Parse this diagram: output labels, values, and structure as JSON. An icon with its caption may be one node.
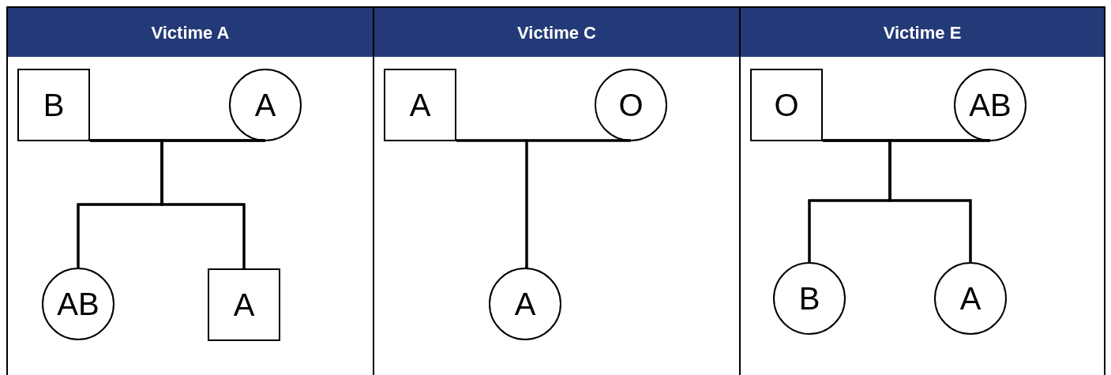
{
  "diagram": {
    "nodes": [
      {
        "text": [
          "Victime A"
        ]
      },
      {
        "text": [
          "B"
        ],
        "in": 0
      },
      {
        "text": [
          "A"
        ],
        "in": 0
      },
      {
        "text": [
          "AB"
        ],
        "in": 0
      },
      {
        "text": [
          "A"
        ],
        "in": 0
      },
      {
        "text": [
          "Victime C"
        ]
      },
      {
        "text": [
          "A"
        ],
        "in": 5
      },
      {
        "text": [
          "O"
        ],
        "in": 5
      },
      {
        "text": [
          "A"
        ],
        "in": 5
      },
      {
        "text": [
          "Victime E"
        ]
      },
      {
        "text": [
          "O"
        ],
        "in": 9
      },
      {
        "text": [
          "AB"
        ],
        "in": 9
      },
      {
        "text": [
          "B"
        ],
        "in": 9
      },
      {
        "text": [
          "A"
        ],
        "in": 9
      }
    ],
    "edges": [
      {
        "from": 1,
        "to": 2,
        "arrow": "none"
      },
      {
        "from": 1,
        "to": 3,
        "arrow": "none"
      },
      {
        "from": 2,
        "to": 3,
        "arrow": "none"
      },
      {
        "from": 1,
        "to": 4,
        "arrow": "none"
      },
      {
        "from": 2,
        "to": 4,
        "arrow": "none"
      },
      {
        "from": 6,
        "to": 7,
        "arrow": "none"
      },
      {
        "from": 6,
        "to": 8,
        "arrow": "none"
      },
      {
        "from": 7,
        "to": 8,
        "arrow": "none"
      },
      {
        "from": 10,
        "to": 11,
        "arrow": "none"
      },
      {
        "from": 10,
        "to": 12,
        "arrow": "none"
      },
      {
        "from": 11,
        "to": 12,
        "arrow": "none"
      },
      {
        "from": 10,
        "to": 13,
        "arrow": "none"
      },
      {
        "from": 11,
        "to": 13,
        "arrow": "none"
      }
    ]
  }
}
